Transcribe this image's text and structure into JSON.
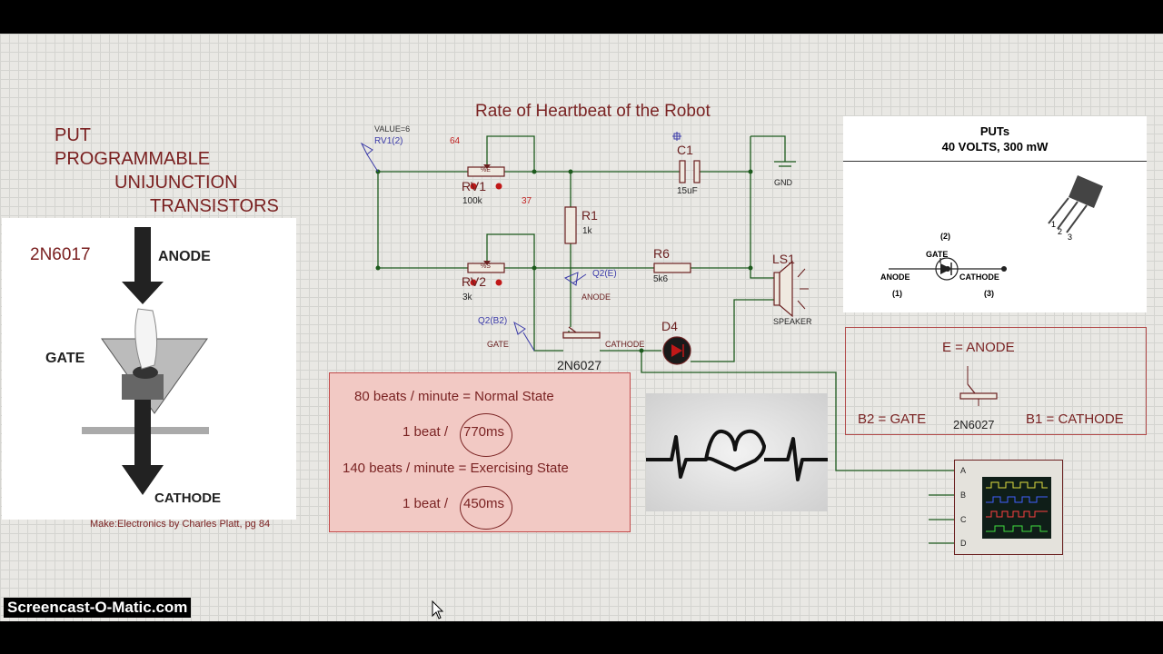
{
  "title": "Rate of Heartbeat of the Robot",
  "put_heading": [
    "PUT",
    "PROGRAMMABLE",
    "UNIJUNCTION",
    "TRANSISTORS"
  ],
  "left_panel": {
    "part": "2N6017",
    "anode": "ANODE",
    "gate": "GATE",
    "cathode": "CATHODE",
    "credit": "Make:Electronics by Charles Platt, pg 84"
  },
  "schematic": {
    "value_label": "VALUE=6",
    "rv1_probe": "RV1(2)",
    "n64": "64",
    "n37": "37",
    "rv1": "RV1",
    "rv1_val": "100k",
    "rv2": "RV2",
    "rv2_val": "3k",
    "r1": "R1",
    "r1_val": "1k",
    "r6": "R6",
    "r6_val": "5k6",
    "c1": "C1",
    "c1_val": "15uF",
    "gnd": "GND",
    "ls1": "LS1",
    "speaker": "SPEAKER",
    "q2e": "Q2(E)",
    "anode": "ANODE",
    "q2b2": "Q2(B2)",
    "gate": "GATE",
    "cathode": "CATHODE",
    "d4": "D4",
    "part": "2N6027",
    "pot_mark1": "%E",
    "pot_mark2": "%S"
  },
  "timing_box": {
    "row1": "80 beats / minute  =  Normal State",
    "row2_prefix": "1 beat /",
    "row2_value": "770ms",
    "row3": "140 beats / minute  =  Exercising State",
    "row4_prefix": "1 beat /",
    "row4_value": "450ms"
  },
  "puts_panel": {
    "title": "PUTs",
    "rating": "40 VOLTS, 300 mW",
    "gate_num": "(2)",
    "gate": "GATE",
    "anode": "ANODE",
    "cathode": "CATHODE",
    "anode_num": "(1)",
    "cathode_num": "(3)",
    "pin1": "1",
    "pin2": "2",
    "pin3": "3"
  },
  "mapping_box": {
    "e": "E = ANODE",
    "b2": "B2 = GATE",
    "b1": "B1 = CATHODE",
    "part": "2N6027"
  },
  "scope": {
    "channels": [
      "A",
      "B",
      "C",
      "D"
    ]
  },
  "watermark": "Screencast-O-Matic.com",
  "colors": {
    "maroon": "#7a2323",
    "wire": "#1d5a1d",
    "box_fill": "#f2c9c4"
  }
}
